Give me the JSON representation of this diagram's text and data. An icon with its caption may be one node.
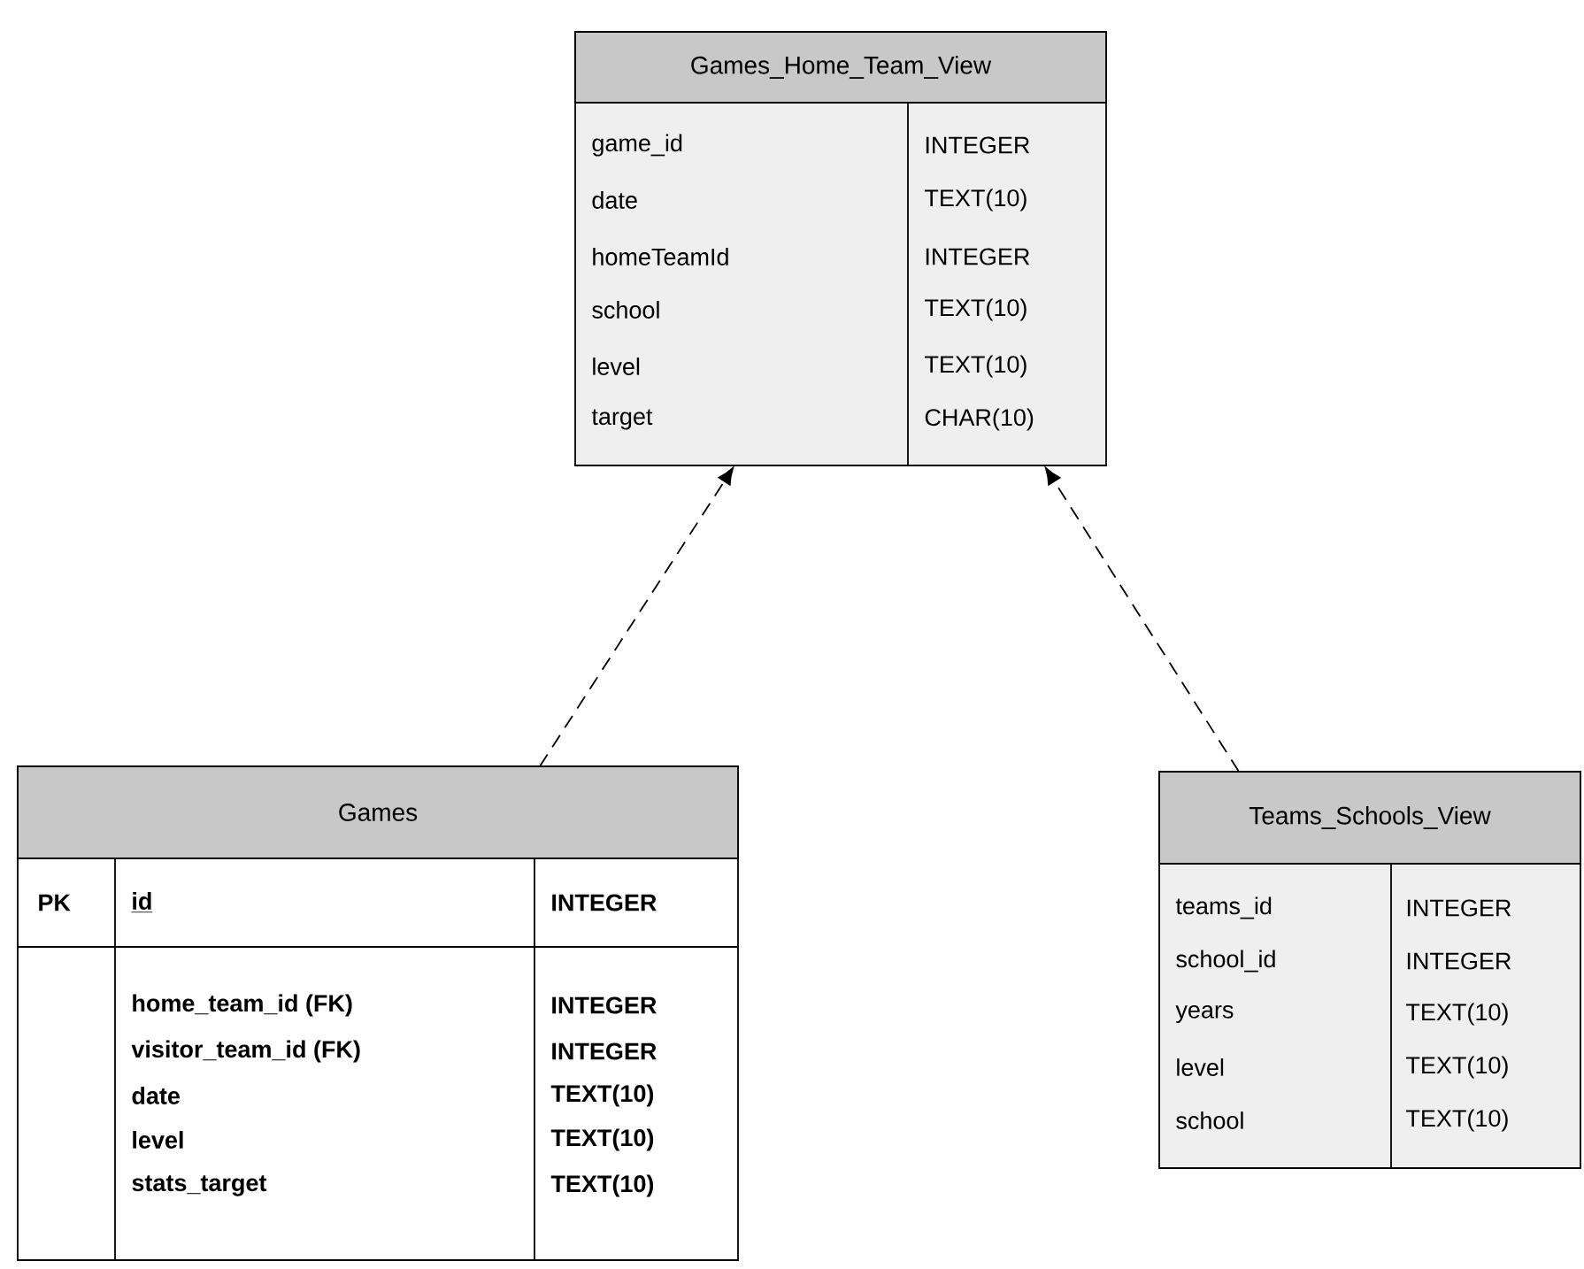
{
  "diagram": {
    "nodes": [
      {
        "text": [
          "Games_Home_Team_View",
          "game_id",
          "INTEGER",
          "date",
          "TEXT(10)",
          "homeTeamId",
          "INTEGER",
          "school",
          "TEXT(10)",
          "level",
          "TEXT(10)",
          "target",
          "CHAR(10)"
        ]
      },
      {
        "text": [
          "Games",
          "PK",
          "id",
          "INTEGER",
          "home_team_id (FK)",
          "INTEGER",
          "visitor_team_id (FK)",
          "INTEGER",
          "date",
          "TEXT(10)",
          "level",
          "TEXT(10)",
          "stats_target",
          "TEXT(10)"
        ]
      },
      {
        "text": [
          "Teams_Schools_View",
          "teams_id",
          "INTEGER",
          "school_id",
          "INTEGER",
          "years",
          "TEXT(10)",
          "level",
          "TEXT(10)",
          "school",
          "TEXT(10)"
        ]
      }
    ],
    "edges": [
      {
        "from": 1,
        "to": 0,
        "arrow": "to",
        "style": "dashed"
      },
      {
        "from": 2,
        "to": 0,
        "arrow": "to",
        "style": "dashed"
      }
    ]
  }
}
